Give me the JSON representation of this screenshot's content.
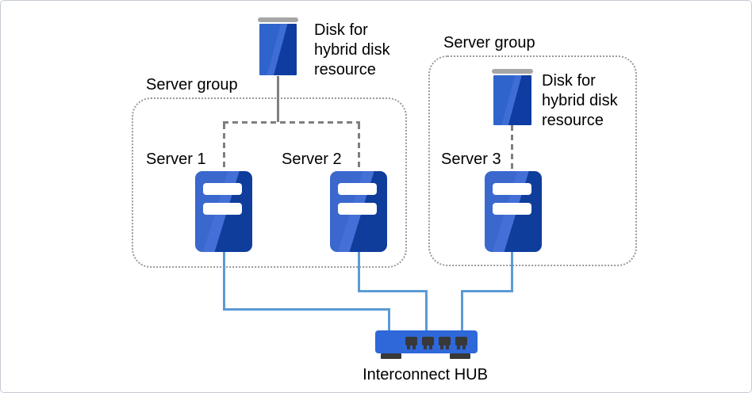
{
  "groups": [
    {
      "label": "Server group"
    },
    {
      "label": "Server group"
    }
  ],
  "servers": [
    {
      "label": "Server 1"
    },
    {
      "label": "Server 2"
    },
    {
      "label": "Server 3"
    }
  ],
  "disks": [
    {
      "lines": [
        "Disk for",
        "hybrid disk",
        "resource"
      ]
    },
    {
      "lines": [
        "Disk for",
        "hybrid disk",
        "resource"
      ]
    }
  ],
  "hub": {
    "label": "Interconnect HUB",
    "ports": 4
  },
  "colors": {
    "server_blue_light": "#3A68CD",
    "server_blue_mid": "#446FD6",
    "server_blue_dark": "#0F3D9C",
    "hub_blue": "#2E68D9",
    "connector_blue": "#5B9BD5",
    "connector_gray": "#7F7F7F",
    "group_border_gray": "#999999",
    "disk_cap_gray": "#A6A6A6",
    "port_dark": "#383838",
    "text": "#000000",
    "canvas_border": "#C6CCD4"
  }
}
